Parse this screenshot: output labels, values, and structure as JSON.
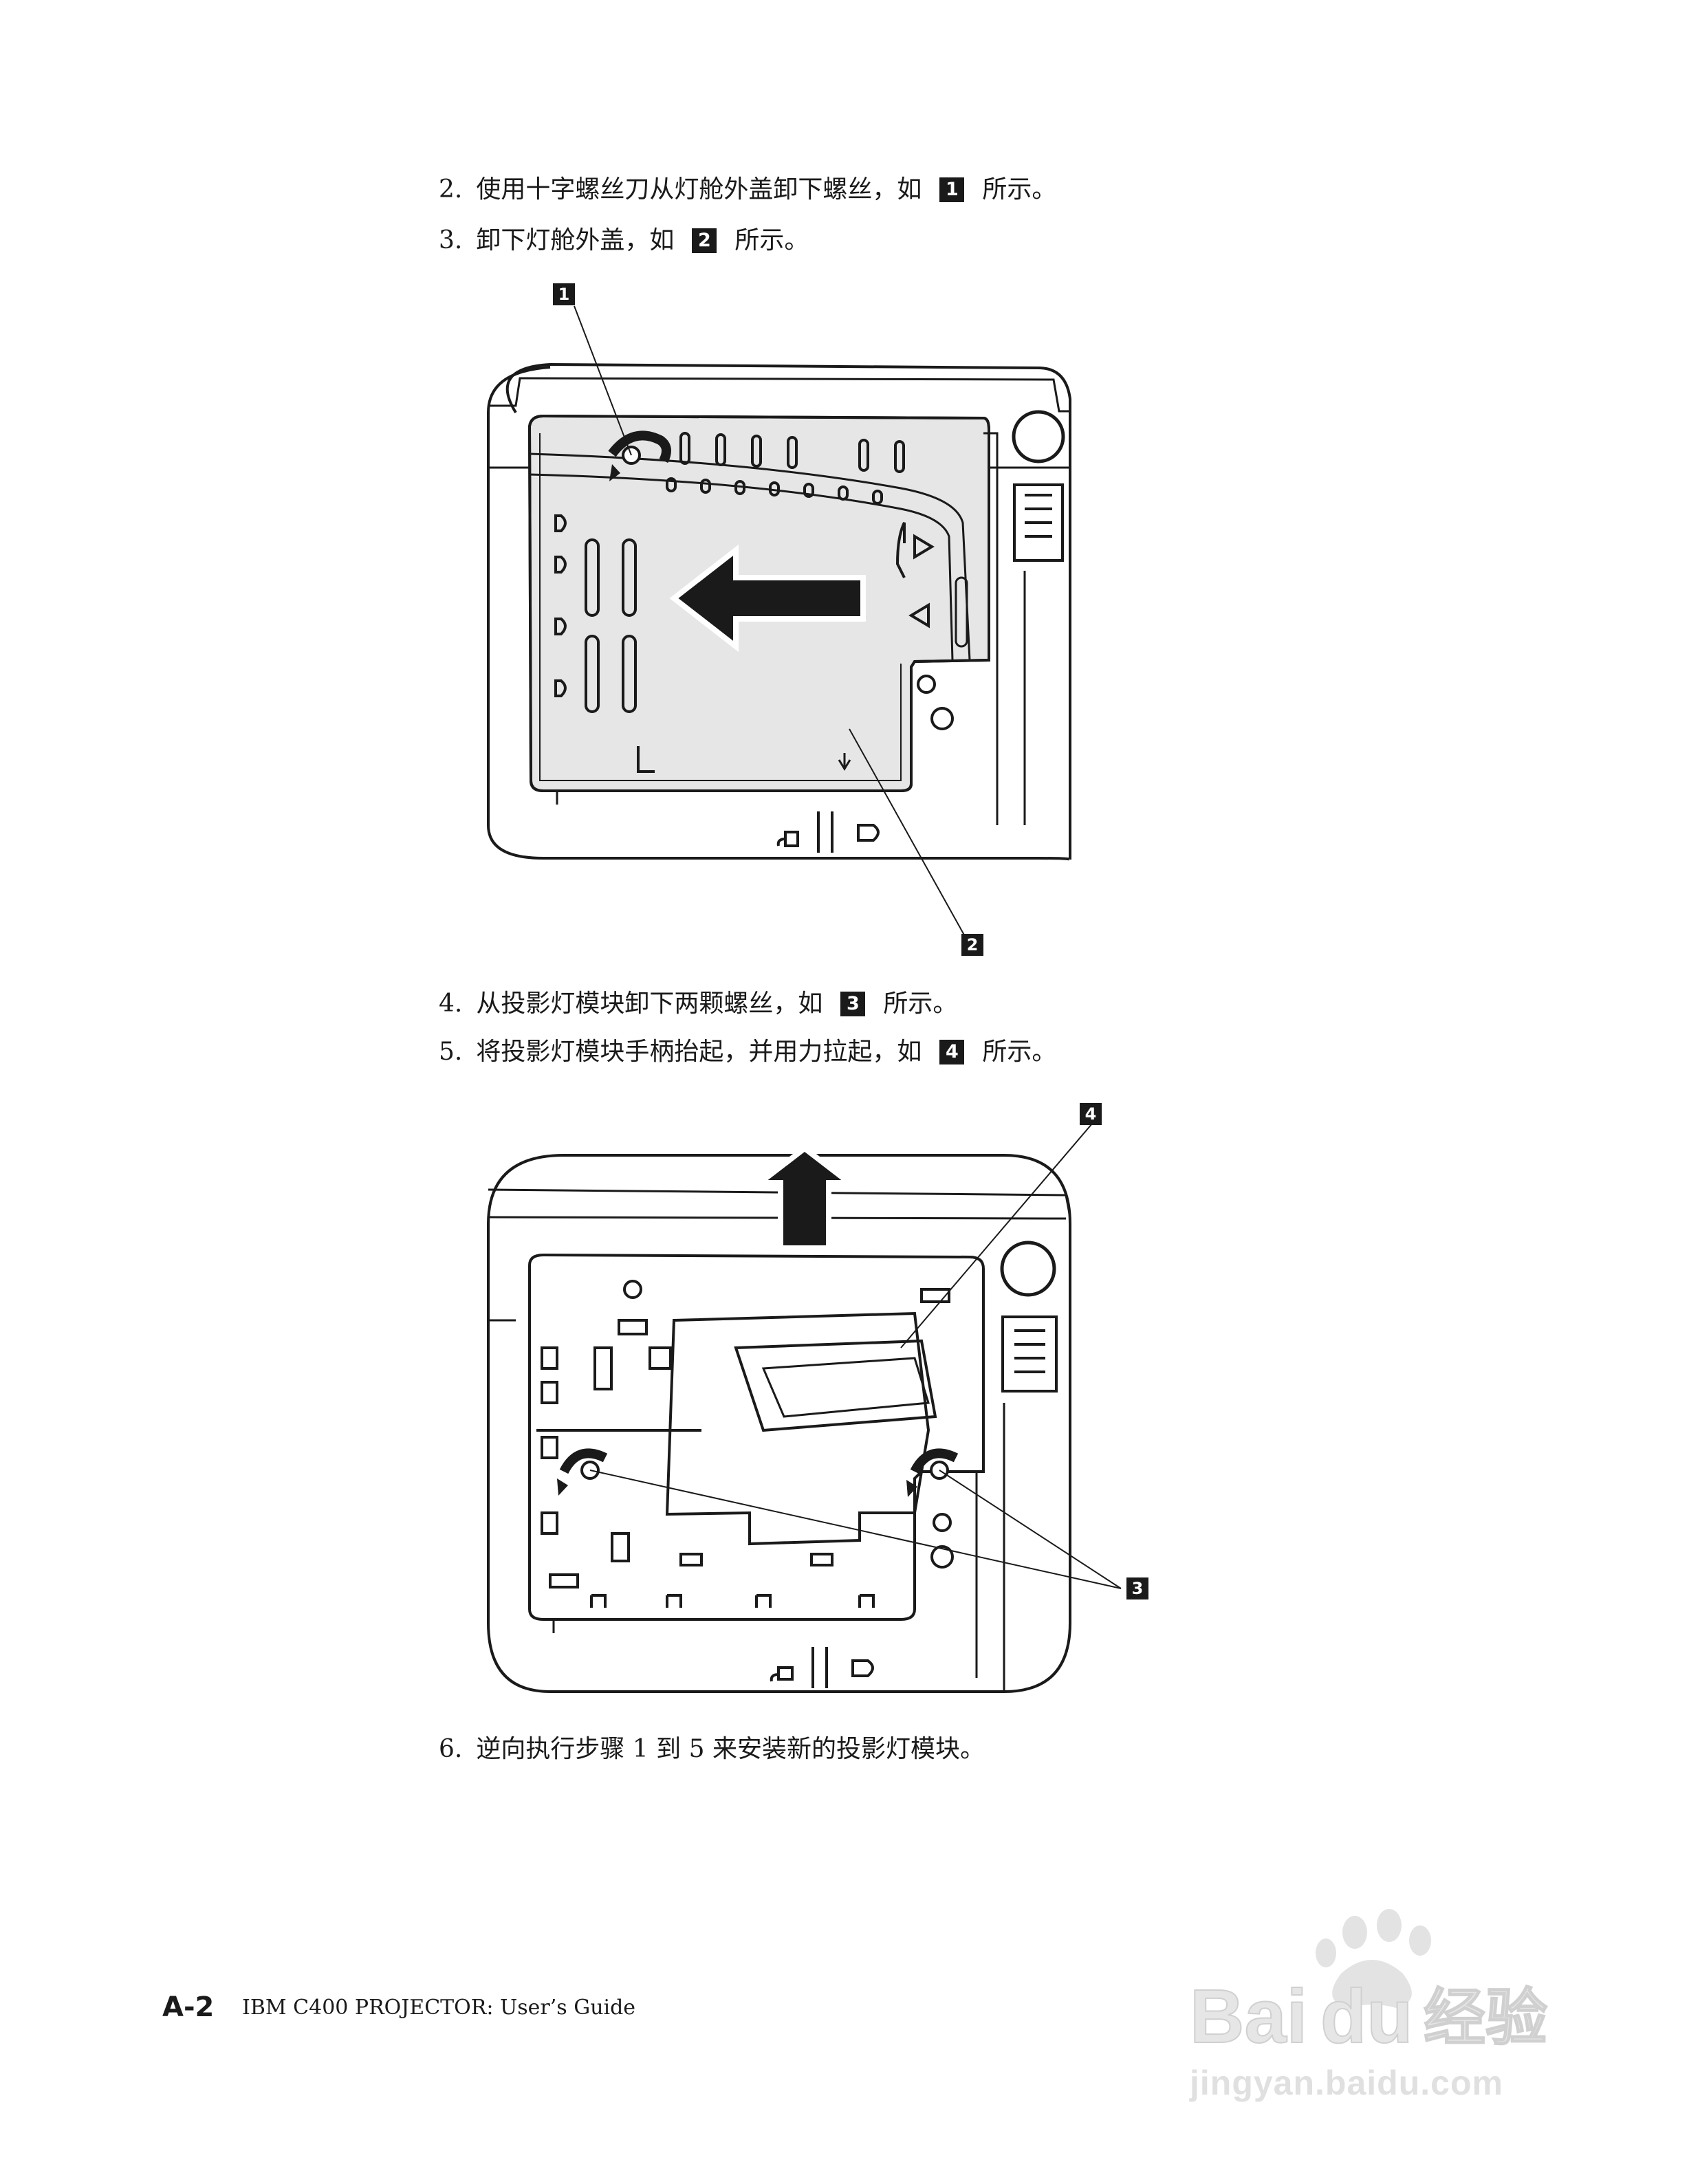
{
  "steps": [
    {
      "num": "2.",
      "before": "使用十字螺丝刀从灯舱外盖卸下螺丝，如",
      "badge": "1",
      "after": "所示。"
    },
    {
      "num": "3.",
      "before": "卸下灯舱外盖，如",
      "badge": "2",
      "after": "所示。"
    },
    {
      "num": "4.",
      "before": "从投影灯模块卸下两颗螺丝，如",
      "badge": "3",
      "after": "所示。"
    },
    {
      "num": "5.",
      "before": "将投影灯模块手柄抬起，并用力拉起，如",
      "badge": "4",
      "after": "所示。"
    },
    {
      "num": "6.",
      "text": "逆向执行步骤 1 到 5 来安装新的投影灯模块。"
    }
  ],
  "figure1": {
    "callouts": [
      "1",
      "2"
    ],
    "letter": "L"
  },
  "figure2": {
    "callouts": [
      "4",
      "3"
    ]
  },
  "footer": {
    "page": "A-2",
    "title": "IBM C400 PROJECTOR: User’s Guide"
  },
  "watermark": {
    "logo": "Baidu经验",
    "url": "jingyan.baidu.com"
  }
}
